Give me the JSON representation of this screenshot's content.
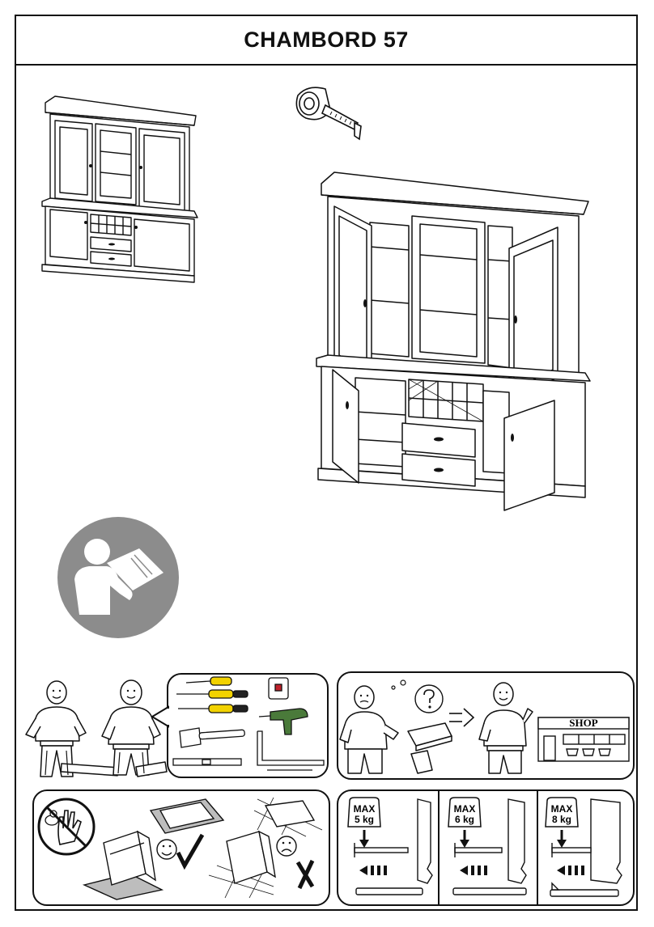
{
  "document": {
    "title": "CHAMBORD 57"
  },
  "shop_sign": "SHOP",
  "load_limits": [
    {
      "max": "MAX",
      "weight": "5 kg"
    },
    {
      "max": "MAX",
      "weight": "6 kg"
    },
    {
      "max": "MAX",
      "weight": "8 kg"
    }
  ],
  "icons": {
    "tape_measure": "tape-measure-icon",
    "read_manual": "read-manual-icon",
    "no_children": "no-children-icon",
    "question": "question-icon"
  },
  "colors": {
    "line": "#111111",
    "manual_circle": "#8c8c8c",
    "screwdriver_yellow": "#f2d200",
    "drill_green": "#4a7a3a"
  }
}
